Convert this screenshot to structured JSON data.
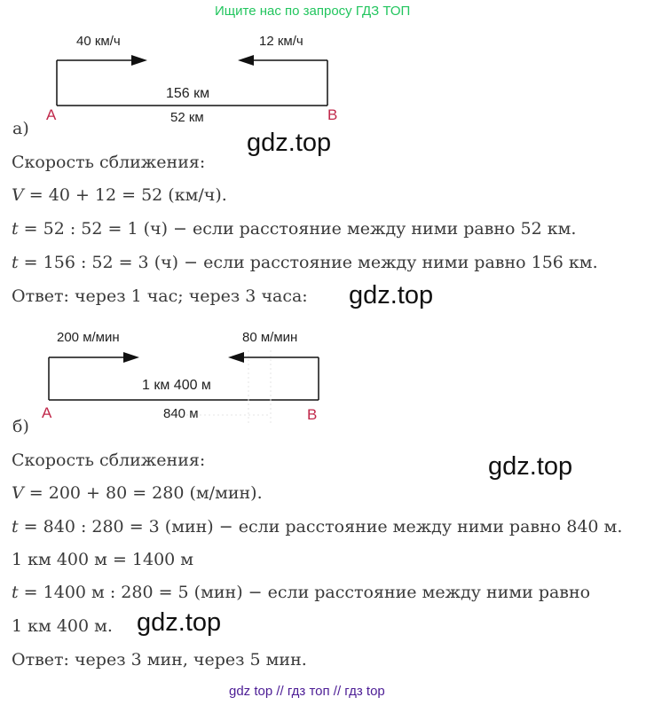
{
  "header": {
    "link": "Ищите нас по запросу ГДЗ ТОП"
  },
  "diagram_a": {
    "left_speed": "40 км/ч",
    "right_speed": "12 км/ч",
    "distance_red": "156 км",
    "distance_black": "52 км",
    "point_a": "A",
    "point_b": "B"
  },
  "part_a": {
    "label": "а)",
    "watermark1": "gdz.top",
    "line1": "Скорость сближения:",
    "line2_var": "V",
    "line2_rest": " = 40 + 12 = 52 (км/ч).",
    "line3_var": "t",
    "line3_rest": " = 52 : 52 = 1 (ч) − если расстояние между ними равно 52 км.",
    "line4_var": "t",
    "line4_rest": " = 156 : 52 = 3 (ч) − если расстояние между ними равно 156 км.",
    "answer": "Ответ: через 1 час; через 3 часа:",
    "watermark2": "gdz.top"
  },
  "diagram_b": {
    "left_speed": "200 м/мин",
    "right_speed": "80 м/мин",
    "distance_red": "1 км 400 м",
    "distance_black": "840 м",
    "point_a": "A",
    "point_b": "B"
  },
  "part_b": {
    "label": "б)",
    "line1": "Скорость сближения:",
    "watermark1": "gdz.top",
    "line2_var": "V",
    "line2_rest": " = 200 + 80 = 280 (м/мин).",
    "line3_var": "t",
    "line3_rest": " = 840 : 280 = 3 (мин) − если расстояние между ними равно 840 м.",
    "line4": "1 км 400 м = 1400 м",
    "line5_var": "t",
    "line5_rest": " = 1400 м : 280 = 5 (мин) − если расстояние между ними равно",
    "line6": "1 км 400 м.",
    "watermark2": "gdz.top",
    "answer": "Ответ: через 3 мин, через 5 мин."
  },
  "footer": {
    "text": "gdz top  //  гдз топ  //  гдз top"
  }
}
